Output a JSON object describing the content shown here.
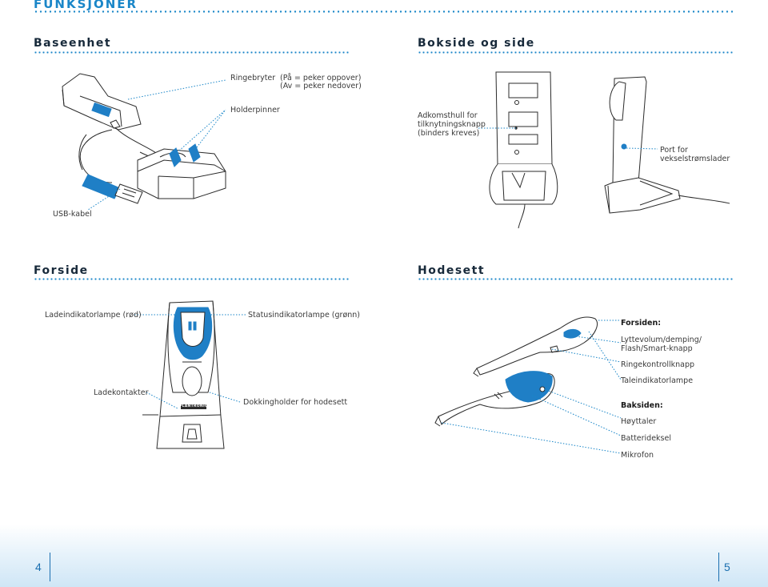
{
  "header": {
    "title": "FUNKSJONER"
  },
  "sections": {
    "baseenhet": "Baseenhet",
    "bakside": "Bokside og side",
    "forside": "Forside",
    "hodesett": "Hodesett"
  },
  "baseenhet_labels": {
    "ringebryter": "Ringebryter",
    "ringebryter_on": "(På = peker oppover)",
    "ringebryter_off": "(Av = peker nedover)",
    "holderpinner": "Holderpinner",
    "usb": "USB-kabel"
  },
  "bakside_labels": {
    "adkomst_1": "Adkomsthull for",
    "adkomst_2": "tilknytningsknapp",
    "adkomst_3": "(binders kreves)",
    "port_1": "Port for",
    "port_2": "vekselstrømslader"
  },
  "forside_labels": {
    "ladeindikator": "Ladeindikatorlampe (rød)",
    "statusindikator": "Statusindikatorlampe (grønn)",
    "ladekontakter": "Ladekontakter",
    "dokkingholder": "Dokkingholder for hodesett",
    "brand": "PLANTRONICS"
  },
  "hodesett_labels": {
    "forsiden": "Forsiden:",
    "lyttevolum_1": "Lyttevolum/demping/",
    "lyttevolum_2": "Flash/Smart-knapp",
    "ringekontroll": "Ringekontrollknapp",
    "taleindikator": "Taleindikatorlampe",
    "baksiden": "Baksiden:",
    "hoyttaler": "Høyttaler",
    "batterideksel": "Batterideksel",
    "mikrofon": "Mikrofon"
  },
  "footer": {
    "left_page": "4",
    "right_page": "5"
  },
  "colors": {
    "accent": "#1a86c8",
    "device_blue": "#1f7fc6",
    "outline": "#2b2b2b"
  }
}
